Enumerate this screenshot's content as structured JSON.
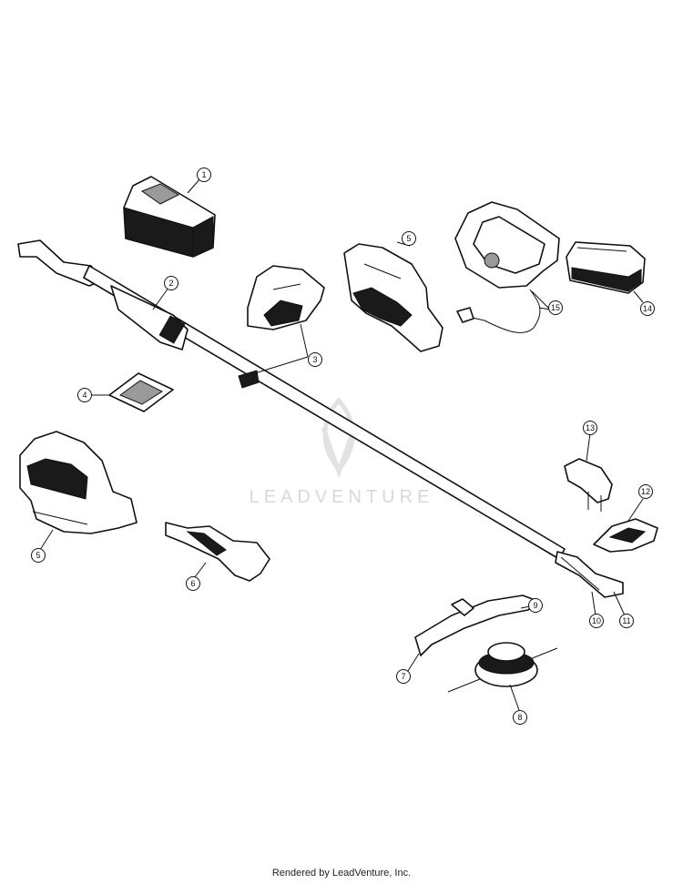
{
  "callouts": [
    "1",
    "2",
    "3",
    "4",
    "5",
    "5",
    "6",
    "7",
    "8",
    "9",
    "10",
    "11",
    "12",
    "13",
    "14",
    "15"
  ],
  "watermark": "LEADVENTURE",
  "footer": "Rendered by LeadVenture, Inc.",
  "colors": {
    "line": "#111111",
    "watermark": "#d9d9d9",
    "background": "#ffffff"
  }
}
